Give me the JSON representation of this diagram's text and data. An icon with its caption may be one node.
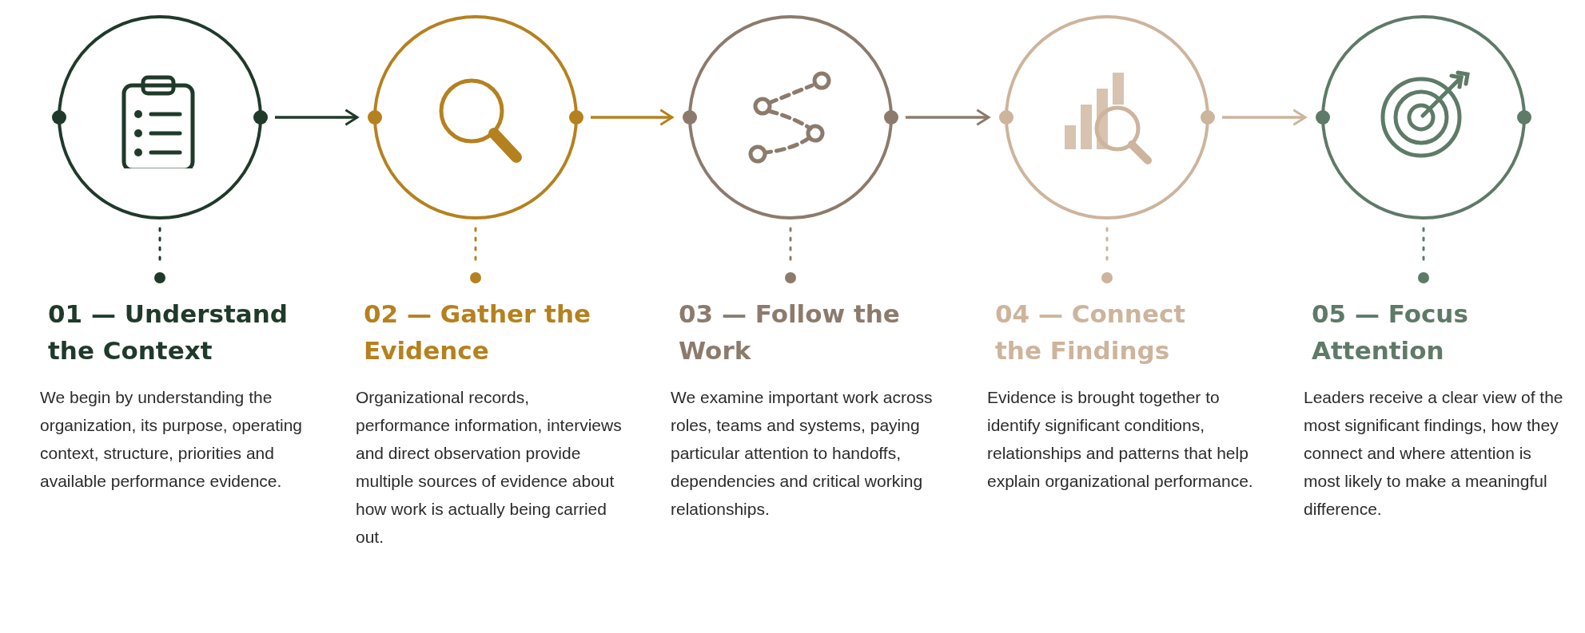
{
  "diagram": {
    "nodes": [
      {
        "text": [
          "01 — Understand the Context",
          "We begin by understanding the organization, its purpose, operating context, structure, priorities and available performance evidence."
        ]
      },
      {
        "text": [
          "02 — Gather the Evidence",
          "Organizational records, performance information, interviews and direct observation provide multiple sources of evidence about how work is actually being carried out."
        ]
      },
      {
        "text": [
          "03 — Follow the Work",
          "We examine important work across roles, teams and systems, paying particular attention to handoffs, dependencies and critical working relationships."
        ]
      },
      {
        "text": [
          "04 — Connect the Findings",
          "Evidence is brought together to identify significant conditions, relationships and patterns that help explain organizational performance."
        ]
      },
      {
        "text": [
          "05 — Focus Attention",
          "Leaders receive a clear view of the most significant findings, how they connect and where attention is most likely to make a meaningful difference."
        ]
      }
    ],
    "edges": [
      {
        "from": 0,
        "to": 1,
        "arrow": "to",
        "color": "#1f3a2a"
      },
      {
        "from": 1,
        "to": 2,
        "arrow": "to",
        "color": "#b5811f"
      },
      {
        "from": 2,
        "to": 3,
        "arrow": "to",
        "color": "#8c7b6c"
      },
      {
        "from": 3,
        "to": 4,
        "arrow": "to",
        "color": "#cdb49c"
      }
    ]
  }
}
